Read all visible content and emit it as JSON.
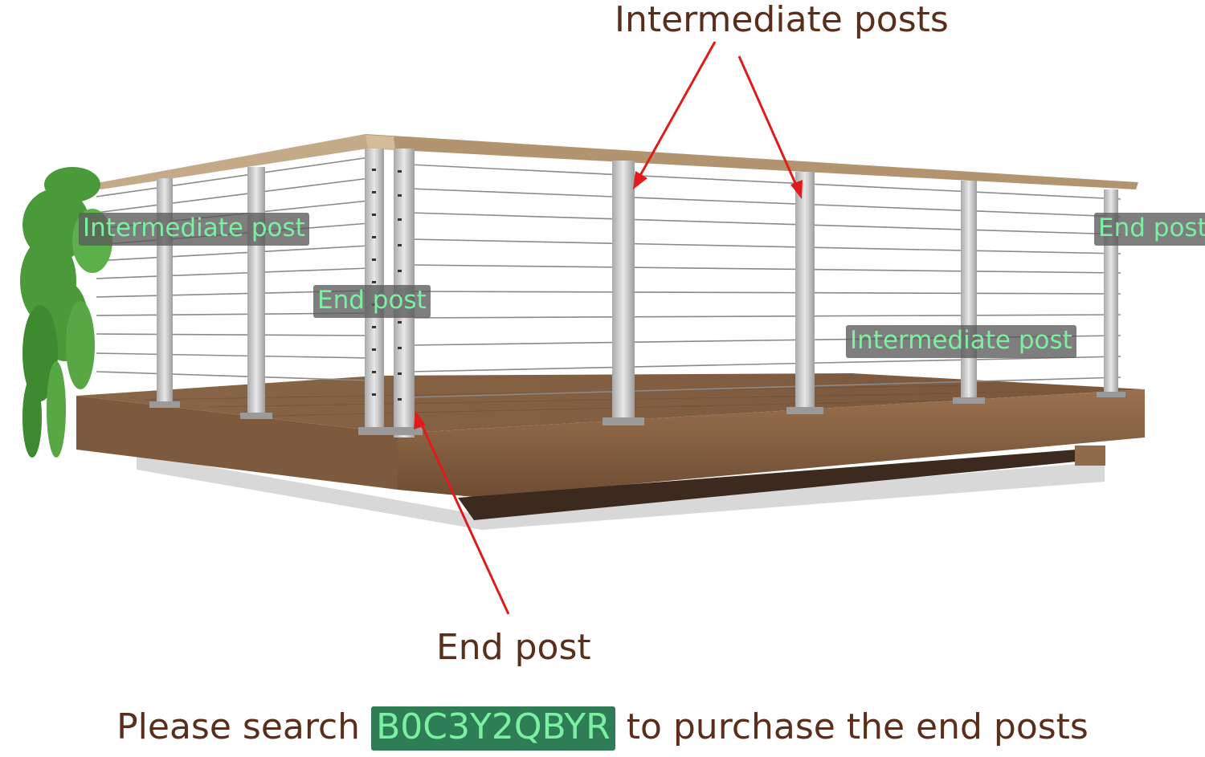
{
  "callouts": {
    "intermediate_posts": "Intermediate posts",
    "end_post": "End post"
  },
  "tags": {
    "intermediate_left": "Intermediate post",
    "end_left": "End post",
    "intermediate_right": "Intermediate post",
    "end_right": "End post"
  },
  "footer": {
    "prefix": "Please search",
    "code": "B0C3Y2QBYR",
    "suffix": "to purchase the end posts"
  },
  "colors": {
    "callout_text": "#5a2e1a",
    "tag_text": "#7af0a0",
    "arrow": "#e01b1b",
    "deck_wood": "#8a6444",
    "rail_wood": "#b89a78"
  }
}
